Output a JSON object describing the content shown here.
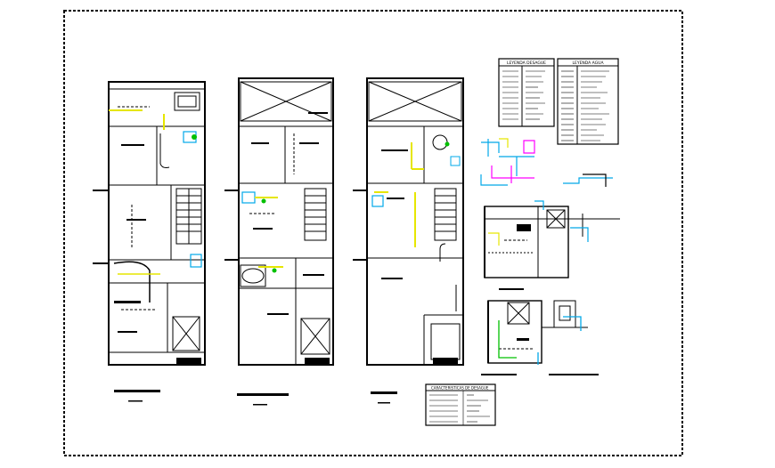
{
  "sheet": {
    "title": "",
    "colors": {
      "background": "#ffffff",
      "linework": "#000000",
      "cold_water": "#00a8e8",
      "hot_water": "#ff00ff",
      "fixture": "#e6e600",
      "accent_green": "#00c000"
    }
  },
  "legend_sewer": {
    "title": "LEYENDA DESAGUE"
  },
  "legend_water": {
    "title": "LEYENDA AGUA"
  },
  "info_box": {
    "title": "CARACTERISTICAS DE DESAGUE"
  }
}
